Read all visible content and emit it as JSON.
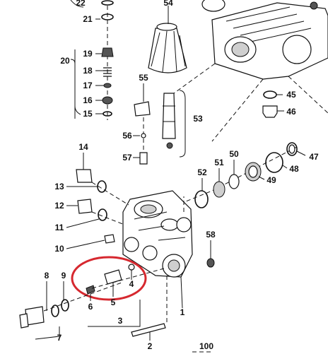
{
  "labels": {
    "p1": "1",
    "p2": "2",
    "p3": "3",
    "p4": "4",
    "p5": "5",
    "p6": "6",
    "p7": "7",
    "p8": "8",
    "p9": "9",
    "p10": "10",
    "p11": "11",
    "p12": "12",
    "p13": "13",
    "p14": "14",
    "p15": "15",
    "p16": "16",
    "p17": "17",
    "p18": "18",
    "p19": "19",
    "p20": "20",
    "p21": "21",
    "p22": "22",
    "p45": "45",
    "p46": "46",
    "p47": "47",
    "p48": "48",
    "p49": "49",
    "p50": "50",
    "p51": "51",
    "p52": "52",
    "p53": "53",
    "p54": "54",
    "p55": "55",
    "p56": "56",
    "p57": "57",
    "p58": "58",
    "p100": "100"
  },
  "colors": {
    "line": "#111111",
    "highlight": "#d6282f",
    "fill": "#ffffff",
    "shade": "#cfcfcf"
  }
}
